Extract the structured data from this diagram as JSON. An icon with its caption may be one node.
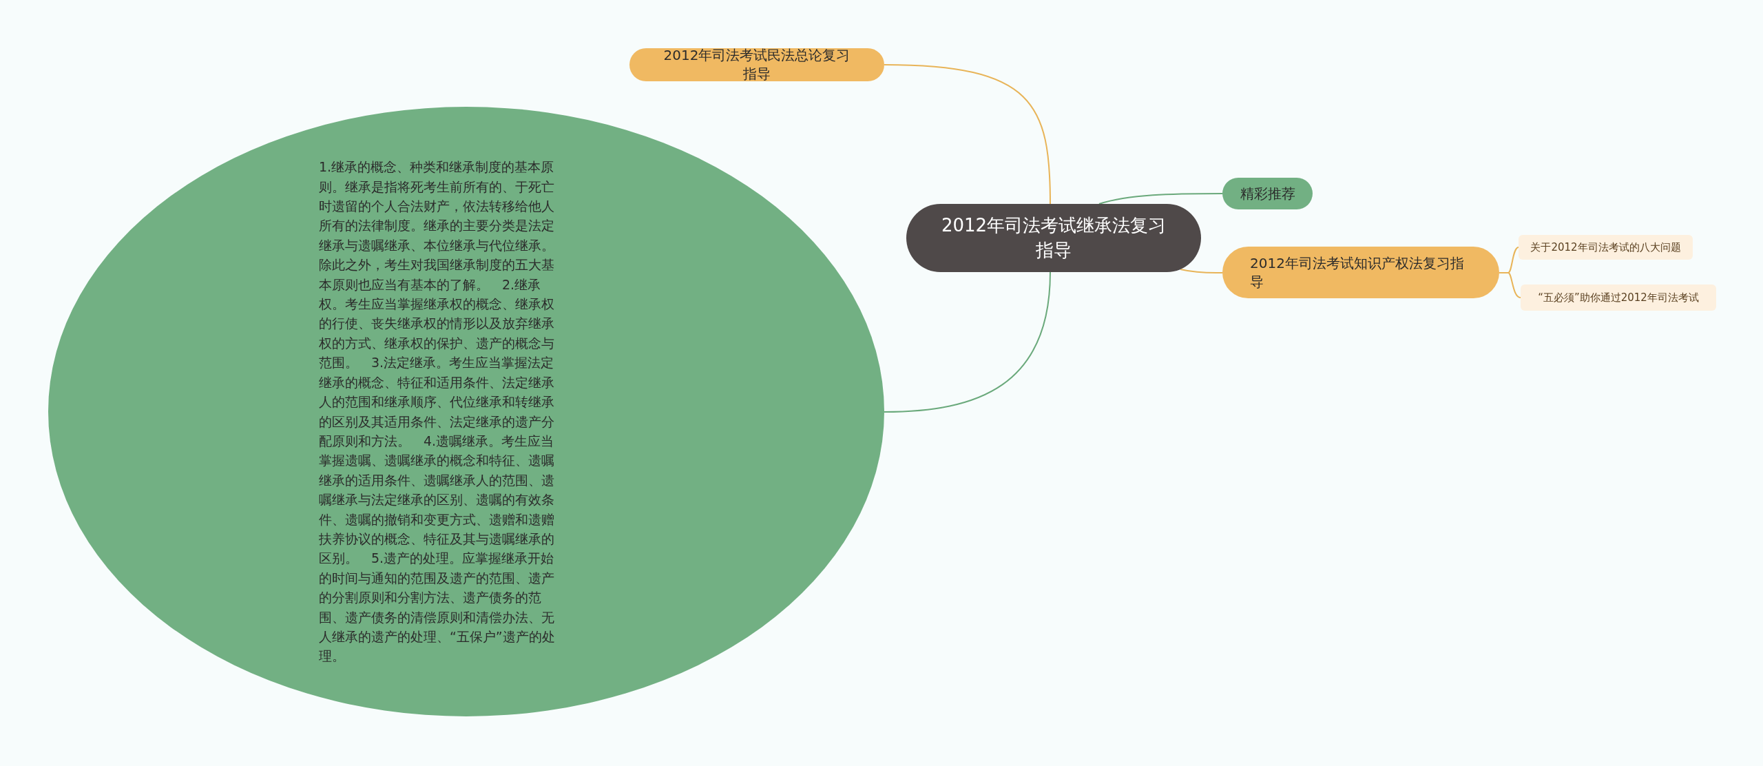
{
  "diagram": {
    "nodes": [
      {
        "text": [
          "2012年司法考试继承法复习指导"
        ]
      },
      {
        "text": [
          "2012年司法考试民法总论复习指导"
        ]
      },
      {
        "text": [
          "1.继承的概念、种类和继承制度的基本原则。继承是指将死考生前所有的、于死亡时遗留的个人合法财产，依法转移给他人所有的法律制度。继承的主要分类是法定继承与遗嘱继承、本位继承与代位继承。除此之外，考生对我国继承制度的五大基本原则也应当有基本的了解。　2.继承权。考生应当掌握继承权的概念、继承权的行使、丧失继承权的情形以及放弃继承权的方式、继承权的保护、遗产的概念与范围。　3.法定继承。考生应当掌握法定继承的概念、特征和适用条件、法定继承人的范围和继承顺序、代位继承和转继承的区别及其适用条件、法定继承的遗产分配原则和方法。　4.遗嘱继承。考生应当掌握遗嘱、遗嘱继承的概念和特征、遗嘱继承的适用条件、遗嘱继承人的范围、遗嘱继承与法定继承的区别、遗嘱的有效条件、遗嘱的撤销和变更方式、遗赠和遗赠扶养协议的概念、特征及其与遗嘱继承的区别。　5.遗产的处理。应掌握继承开始的时间与通知的范围及遗产的范围、遗产的分割原则和分割方法、遗产债务的范围、遗产债务的清偿原则和清偿办法、无人继承的遗产的处理、“五保户”遗产的处理。"
        ]
      },
      {
        "text": [
          "精彩推荐"
        ]
      },
      {
        "text": [
          "2012年司法考试知识产权法复习指导"
        ]
      },
      {
        "text": [
          "关于2012年司法考试的八大问题"
        ]
      },
      {
        "text": [
          "“五必须”助你通过2012年司法考试"
        ]
      }
    ],
    "edges": [
      {
        "from": 0,
        "to": 1,
        "arrow": "none"
      },
      {
        "from": 0,
        "to": 2,
        "arrow": "none",
        "color": "#6aa97b"
      },
      {
        "from": 0,
        "to": 3,
        "arrow": "none",
        "color": "#6aa97b"
      },
      {
        "from": 0,
        "to": 4,
        "arrow": "none"
      },
      {
        "from": 4,
        "to": 5,
        "arrow": "none"
      },
      {
        "from": 4,
        "to": 6,
        "arrow": "none"
      }
    ]
  }
}
